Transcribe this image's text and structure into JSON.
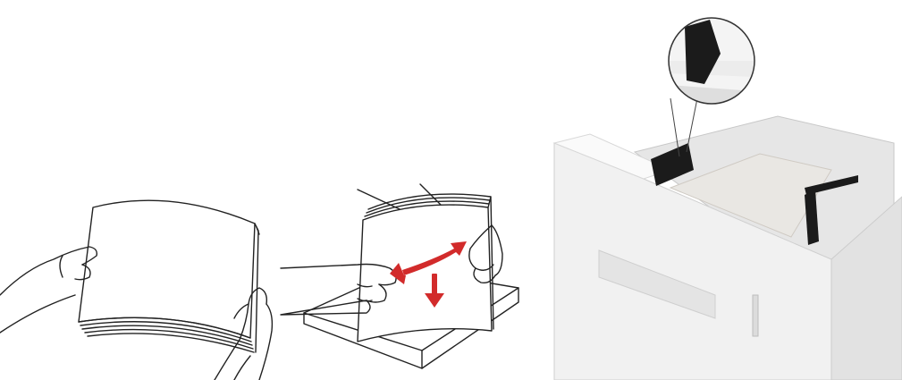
{
  "figure": {
    "panels": [
      {
        "id": "fan-paper",
        "icon": "hands-flexing-paper-stack-icon"
      },
      {
        "id": "tap-paper",
        "icon": "hands-aligning-paper-on-surface-icon"
      },
      {
        "id": "load-tray",
        "icon": "paper-tray-with-guides-icon"
      }
    ],
    "colors": {
      "line": "#222222",
      "arrow": "#d22b2b",
      "tray_body": "#f1f1f1",
      "guide": "#1b1b1b",
      "paper": "#e9e7e3"
    }
  }
}
